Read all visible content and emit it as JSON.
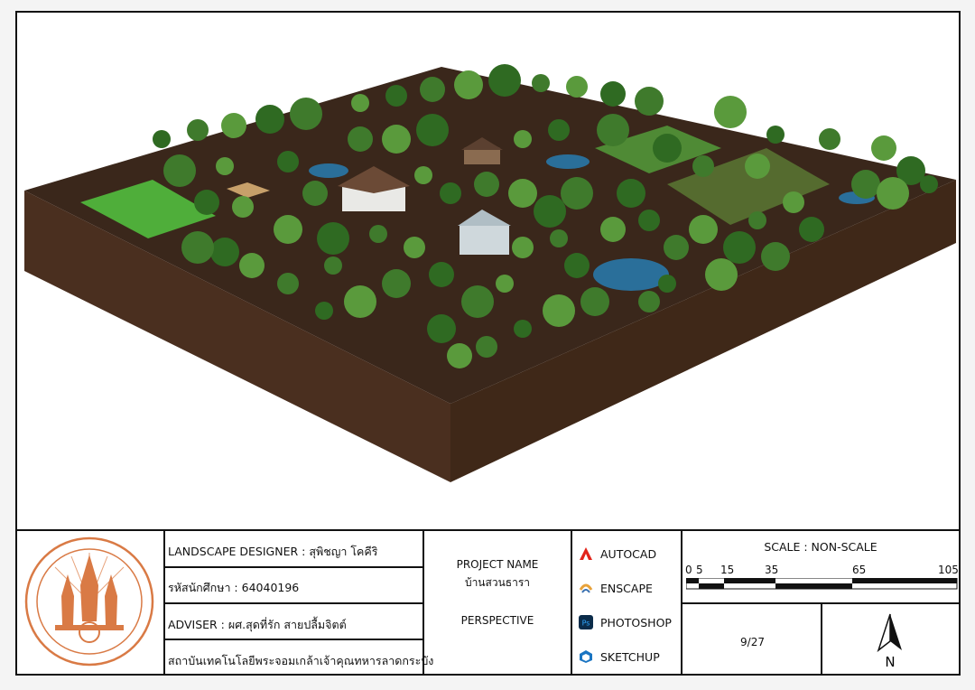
{
  "designer": {
    "label": "LANDSCAPE DESIGNER :",
    "name": "สุพิชญา โคคีริ"
  },
  "student_id": {
    "label": "รหัสนักศึกษา :",
    "value": "64040196"
  },
  "adviser": {
    "label": "ADVISER :",
    "name": "ผศ.สุดที่รัก สายปลื้มจิตต์"
  },
  "institution": "สถาบันเทคโนโลยีพระจอมเกล้าเจ้าคุณทหารลาดกระบัง",
  "project": {
    "name_label": "PROJECT NAME",
    "name": "บ้านสวนธารา",
    "sheet_type": "PERSPECTIVE"
  },
  "software": [
    {
      "name": "AUTOCAD",
      "icon": "autocad-icon",
      "color": "#e2231a"
    },
    {
      "name": "ENSCAPE",
      "icon": "enscape-icon",
      "color": "#e8a23a"
    },
    {
      "name": "PHOTOSHOP",
      "icon": "photoshop-icon",
      "color": "#0b2c4a"
    },
    {
      "name": "SKETCHUP",
      "icon": "sketchup-icon",
      "color": "#1a75c2"
    }
  ],
  "scale": {
    "title": "SCALE : NON-SCALE",
    "ticks": [
      "0",
      "5",
      "15",
      "35",
      "65",
      "105"
    ]
  },
  "page": {
    "number": "9/27"
  },
  "north": {
    "label": "N"
  },
  "colors": {
    "soil": "#4a2f1f",
    "soil_top": "#3a271b",
    "grass": "#4fae3a",
    "tree": "#3f7a2c",
    "water": "#2a6f9a",
    "seal": "#d97a45"
  }
}
